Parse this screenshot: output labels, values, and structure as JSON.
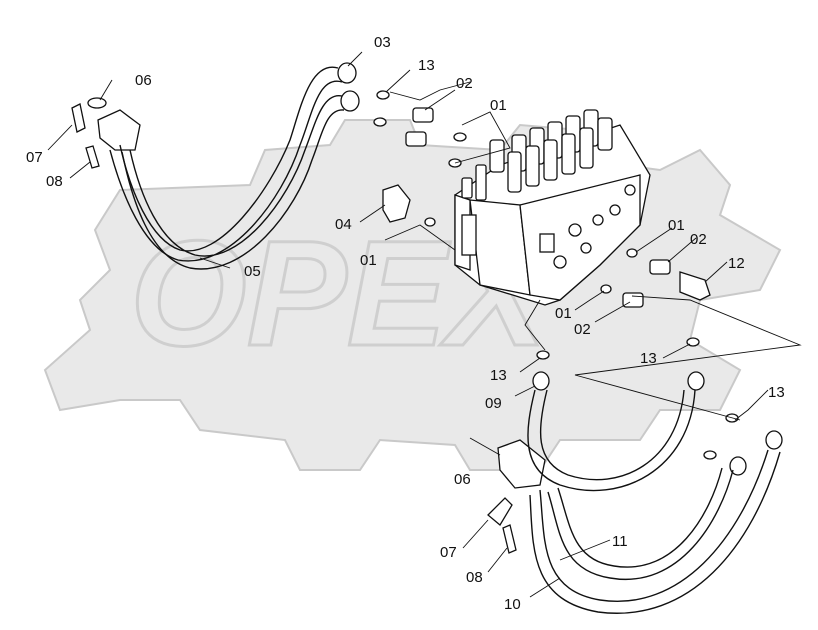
{
  "watermark": {
    "text": "OPEX"
  },
  "labels": [
    {
      "id": "l03",
      "text": "03"
    },
    {
      "id": "l13a",
      "text": "13"
    },
    {
      "id": "l02a",
      "text": "02"
    },
    {
      "id": "l01a",
      "text": "01"
    },
    {
      "id": "l06a",
      "text": "06"
    },
    {
      "id": "l07a",
      "text": "07"
    },
    {
      "id": "l08a",
      "text": "08"
    },
    {
      "id": "l04",
      "text": "04"
    },
    {
      "id": "l01b",
      "text": "01"
    },
    {
      "id": "l05",
      "text": "05"
    },
    {
      "id": "l01c",
      "text": "01"
    },
    {
      "id": "l02b",
      "text": "02"
    },
    {
      "id": "l12",
      "text": "12"
    },
    {
      "id": "l01d",
      "text": "01"
    },
    {
      "id": "l02c",
      "text": "02"
    },
    {
      "id": "l13b",
      "text": "13"
    },
    {
      "id": "l13c",
      "text": "13"
    },
    {
      "id": "l09",
      "text": "09"
    },
    {
      "id": "l13d",
      "text": "13"
    },
    {
      "id": "l06b",
      "text": "06"
    },
    {
      "id": "l07b",
      "text": "07"
    },
    {
      "id": "l11",
      "text": "11"
    },
    {
      "id": "l08b",
      "text": "08"
    },
    {
      "id": "l10",
      "text": "10"
    }
  ]
}
